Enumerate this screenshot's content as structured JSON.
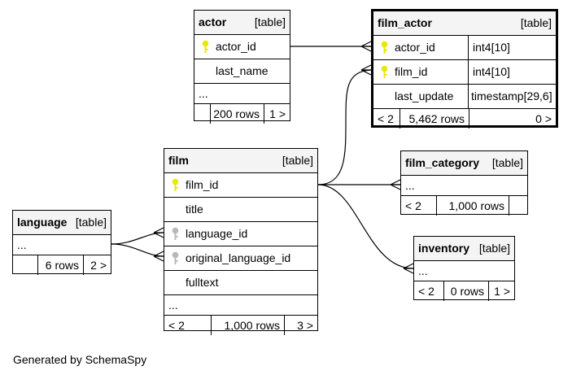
{
  "tables": {
    "actor": {
      "title": "actor",
      "tag": "[table]",
      "columns": [
        "actor_id",
        "last_name"
      ],
      "ellipsis": "...",
      "footer": {
        "left": "",
        "rows": "200 rows",
        "right": "1 >"
      }
    },
    "film_actor": {
      "title": "film_actor",
      "tag": "[table]",
      "columns": [
        {
          "name": "actor_id",
          "type": "int4[10]"
        },
        {
          "name": "film_id",
          "type": "int4[10]"
        },
        {
          "name": "last_update",
          "type": "timestamp[29,6]"
        }
      ],
      "footer": {
        "left": "< 2",
        "rows": "5,462 rows",
        "right": "0 >"
      }
    },
    "film": {
      "title": "film",
      "tag": "[table]",
      "columns": [
        "film_id",
        "title",
        "language_id",
        "original_language_id",
        "fulltext"
      ],
      "ellipsis": "...",
      "footer": {
        "left": "< 2",
        "rows": "1,000 rows",
        "right": "3 >"
      }
    },
    "film_category": {
      "title": "film_category",
      "tag": "[table]",
      "ellipsis": "...",
      "footer": {
        "left": "< 2",
        "rows": "1,000 rows",
        "right": ""
      }
    },
    "language": {
      "title": "language",
      "tag": "[table]",
      "ellipsis": "...",
      "footer": {
        "left": "",
        "rows": "6 rows",
        "right": "2 >"
      }
    },
    "inventory": {
      "title": "inventory",
      "tag": "[table]",
      "ellipsis": "...",
      "footer": {
        "left": "< 2",
        "rows": "0 rows",
        "right": "1 >"
      }
    }
  },
  "colors": {
    "primary_key": "#e8e800",
    "foreign_key": "#b8b8b8",
    "header_bg": "#f4f4f4"
  },
  "footer_text": "Generated by SchemaSpy"
}
